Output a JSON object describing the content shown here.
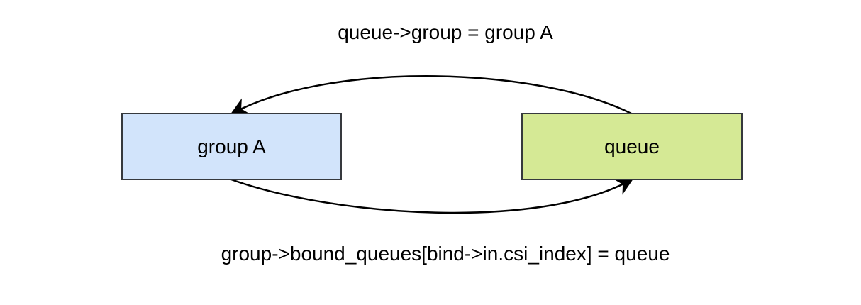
{
  "diagram": {
    "nodes": {
      "group_a": {
        "label": "group A",
        "fill": "#d2e4fb"
      },
      "queue": {
        "label": "queue",
        "fill": "#d5e995"
      }
    },
    "edges": {
      "queue_to_group": {
        "label": "queue->group = group A",
        "from": "queue",
        "to": "group A"
      },
      "group_to_queue": {
        "label": "group->bound_queues[bind->in.csi_index] = queue",
        "from": "group A",
        "to": "queue"
      }
    },
    "colors": {
      "stroke": "#36393d",
      "arrow": "#000000"
    }
  }
}
